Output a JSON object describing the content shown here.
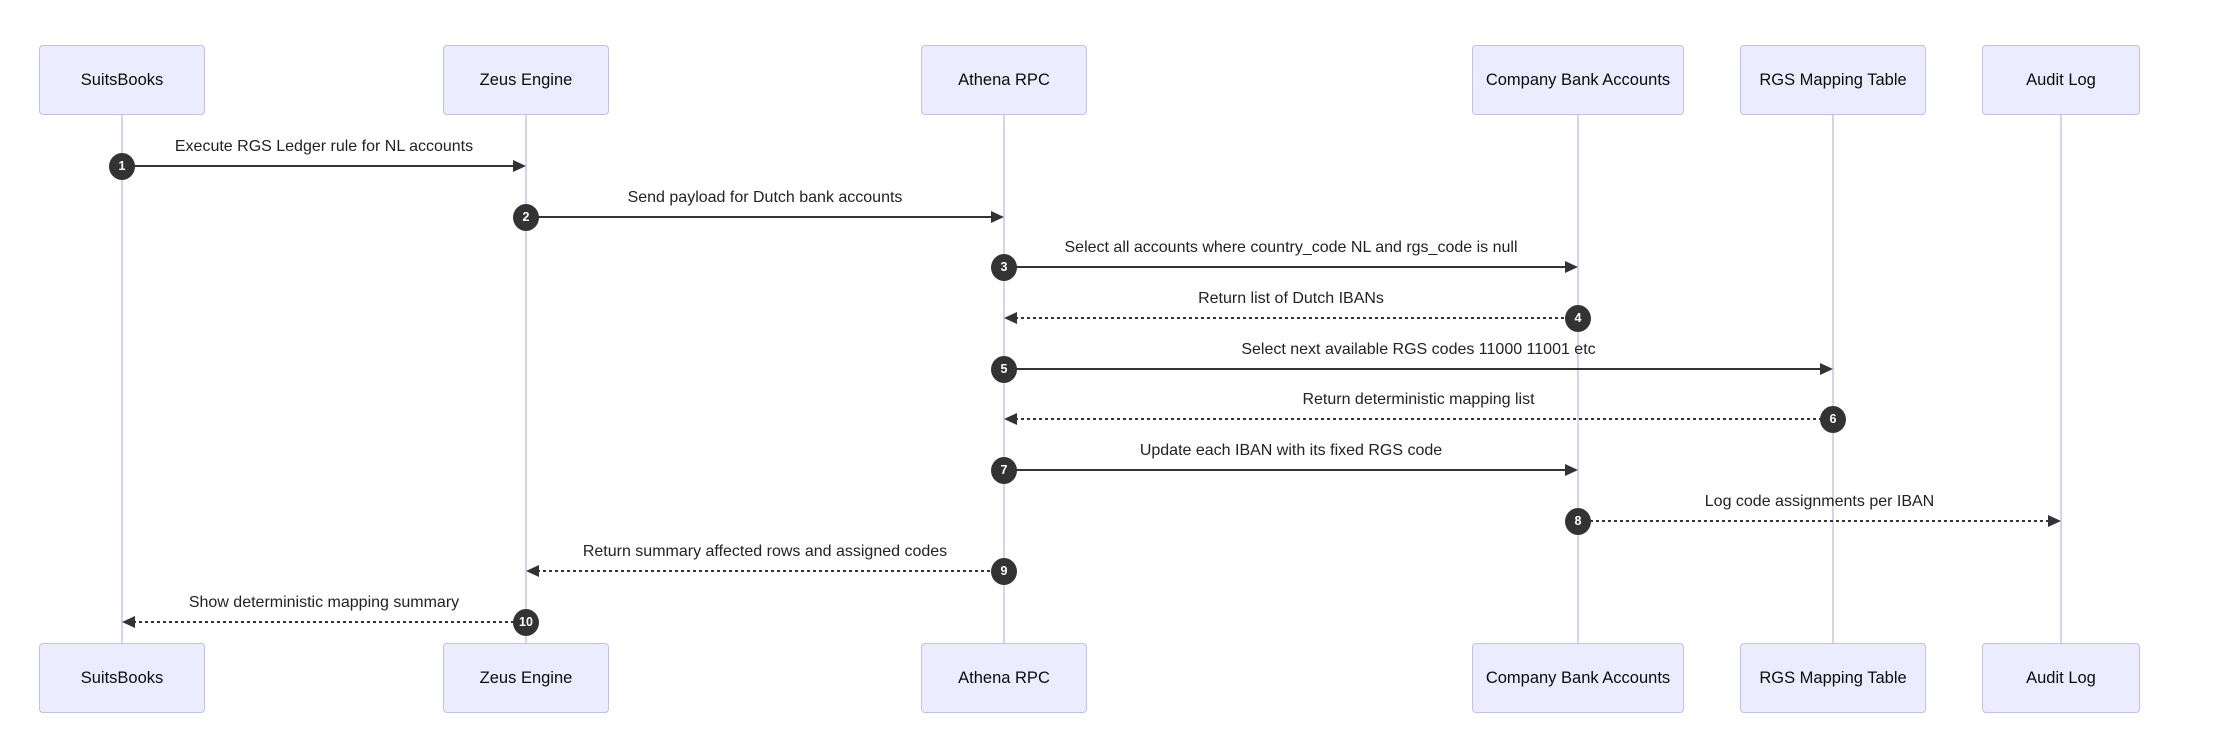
{
  "diagram": {
    "type": "sequence-diagram",
    "actors": [
      {
        "id": "suitsbooks",
        "label": "SuitsBooks"
      },
      {
        "id": "zeus-engine",
        "label": "Zeus Engine"
      },
      {
        "id": "athena-rpc",
        "label": "Athena RPC"
      },
      {
        "id": "company-bank-accounts",
        "label": "Company Bank Accounts"
      },
      {
        "id": "rgs-mapping-table",
        "label": "RGS Mapping Table"
      },
      {
        "id": "audit-log",
        "label": "Audit Log"
      }
    ],
    "messages": [
      {
        "num": "1",
        "text": "Execute RGS Ledger rule for NL accounts",
        "from": 0,
        "to": 1,
        "line": "solid"
      },
      {
        "num": "2",
        "text": "Send payload for Dutch bank accounts",
        "from": 1,
        "to": 2,
        "line": "solid"
      },
      {
        "num": "3",
        "text": "Select all accounts where country_code NL and rgs_code is null",
        "from": 2,
        "to": 3,
        "line": "solid"
      },
      {
        "num": "4",
        "text": "Return list of Dutch IBANs",
        "from": 3,
        "to": 2,
        "line": "dashed"
      },
      {
        "num": "5",
        "text": "Select next available RGS codes 11000 11001 etc",
        "from": 2,
        "to": 4,
        "line": "solid"
      },
      {
        "num": "6",
        "text": "Return deterministic mapping list",
        "from": 4,
        "to": 2,
        "line": "dashed"
      },
      {
        "num": "7",
        "text": "Update each IBAN with its fixed RGS code",
        "from": 2,
        "to": 3,
        "line": "solid"
      },
      {
        "num": "8",
        "text": "Log code assignments per IBAN",
        "from": 3,
        "to": 5,
        "line": "dashed"
      },
      {
        "num": "9",
        "text": "Return summary affected rows and assigned codes",
        "from": 2,
        "to": 1,
        "line": "dashed"
      },
      {
        "num": "10",
        "text": "Show deterministic mapping summary",
        "from": 1,
        "to": 0,
        "line": "dashed"
      }
    ],
    "colors": {
      "actor_fill": "#ECECFF",
      "actor_border": "#c3bfe8",
      "lifeline": "#d8d2f0",
      "arrow": "#333333",
      "number_bubble_fill": "#333333",
      "number_bubble_text": "#ffffff",
      "message_text": "#222222",
      "background": "#ffffff"
    }
  }
}
